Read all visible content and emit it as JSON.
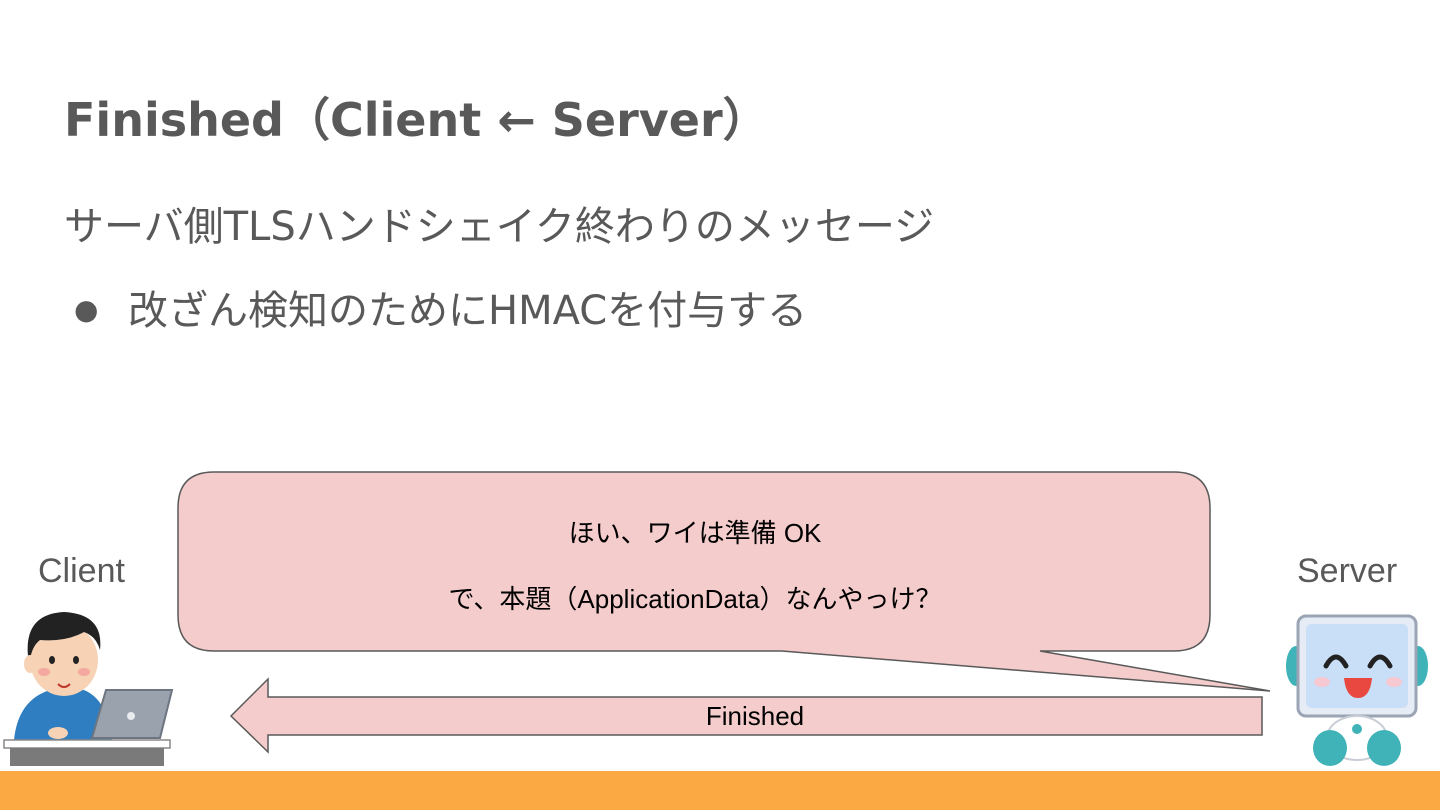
{
  "slide": {
    "title": "Finished（Client ← Server）",
    "subtitle": "サーバ側TLSハンドシェイク終わりのメッセージ",
    "bullets": [
      {
        "marker": "●",
        "text": "改ざん検知のためにHMACを付与する"
      }
    ]
  },
  "diagram": {
    "client_label": "Client",
    "server_label": "Server",
    "speech_bubble": {
      "line1": "ほい、ワイは準備 OK",
      "line2": "で、本題（ApplicationData）なんやっけ？"
    },
    "arrow_label": "Finished",
    "colors": {
      "bubble_fill": "#f4cccc",
      "arrow_fill": "#f4cccc",
      "stroke": "#595959",
      "footer": "#fbaa43",
      "text": "#595959"
    },
    "icons": [
      "client-person-laptop-icon",
      "server-robot-icon"
    ]
  }
}
